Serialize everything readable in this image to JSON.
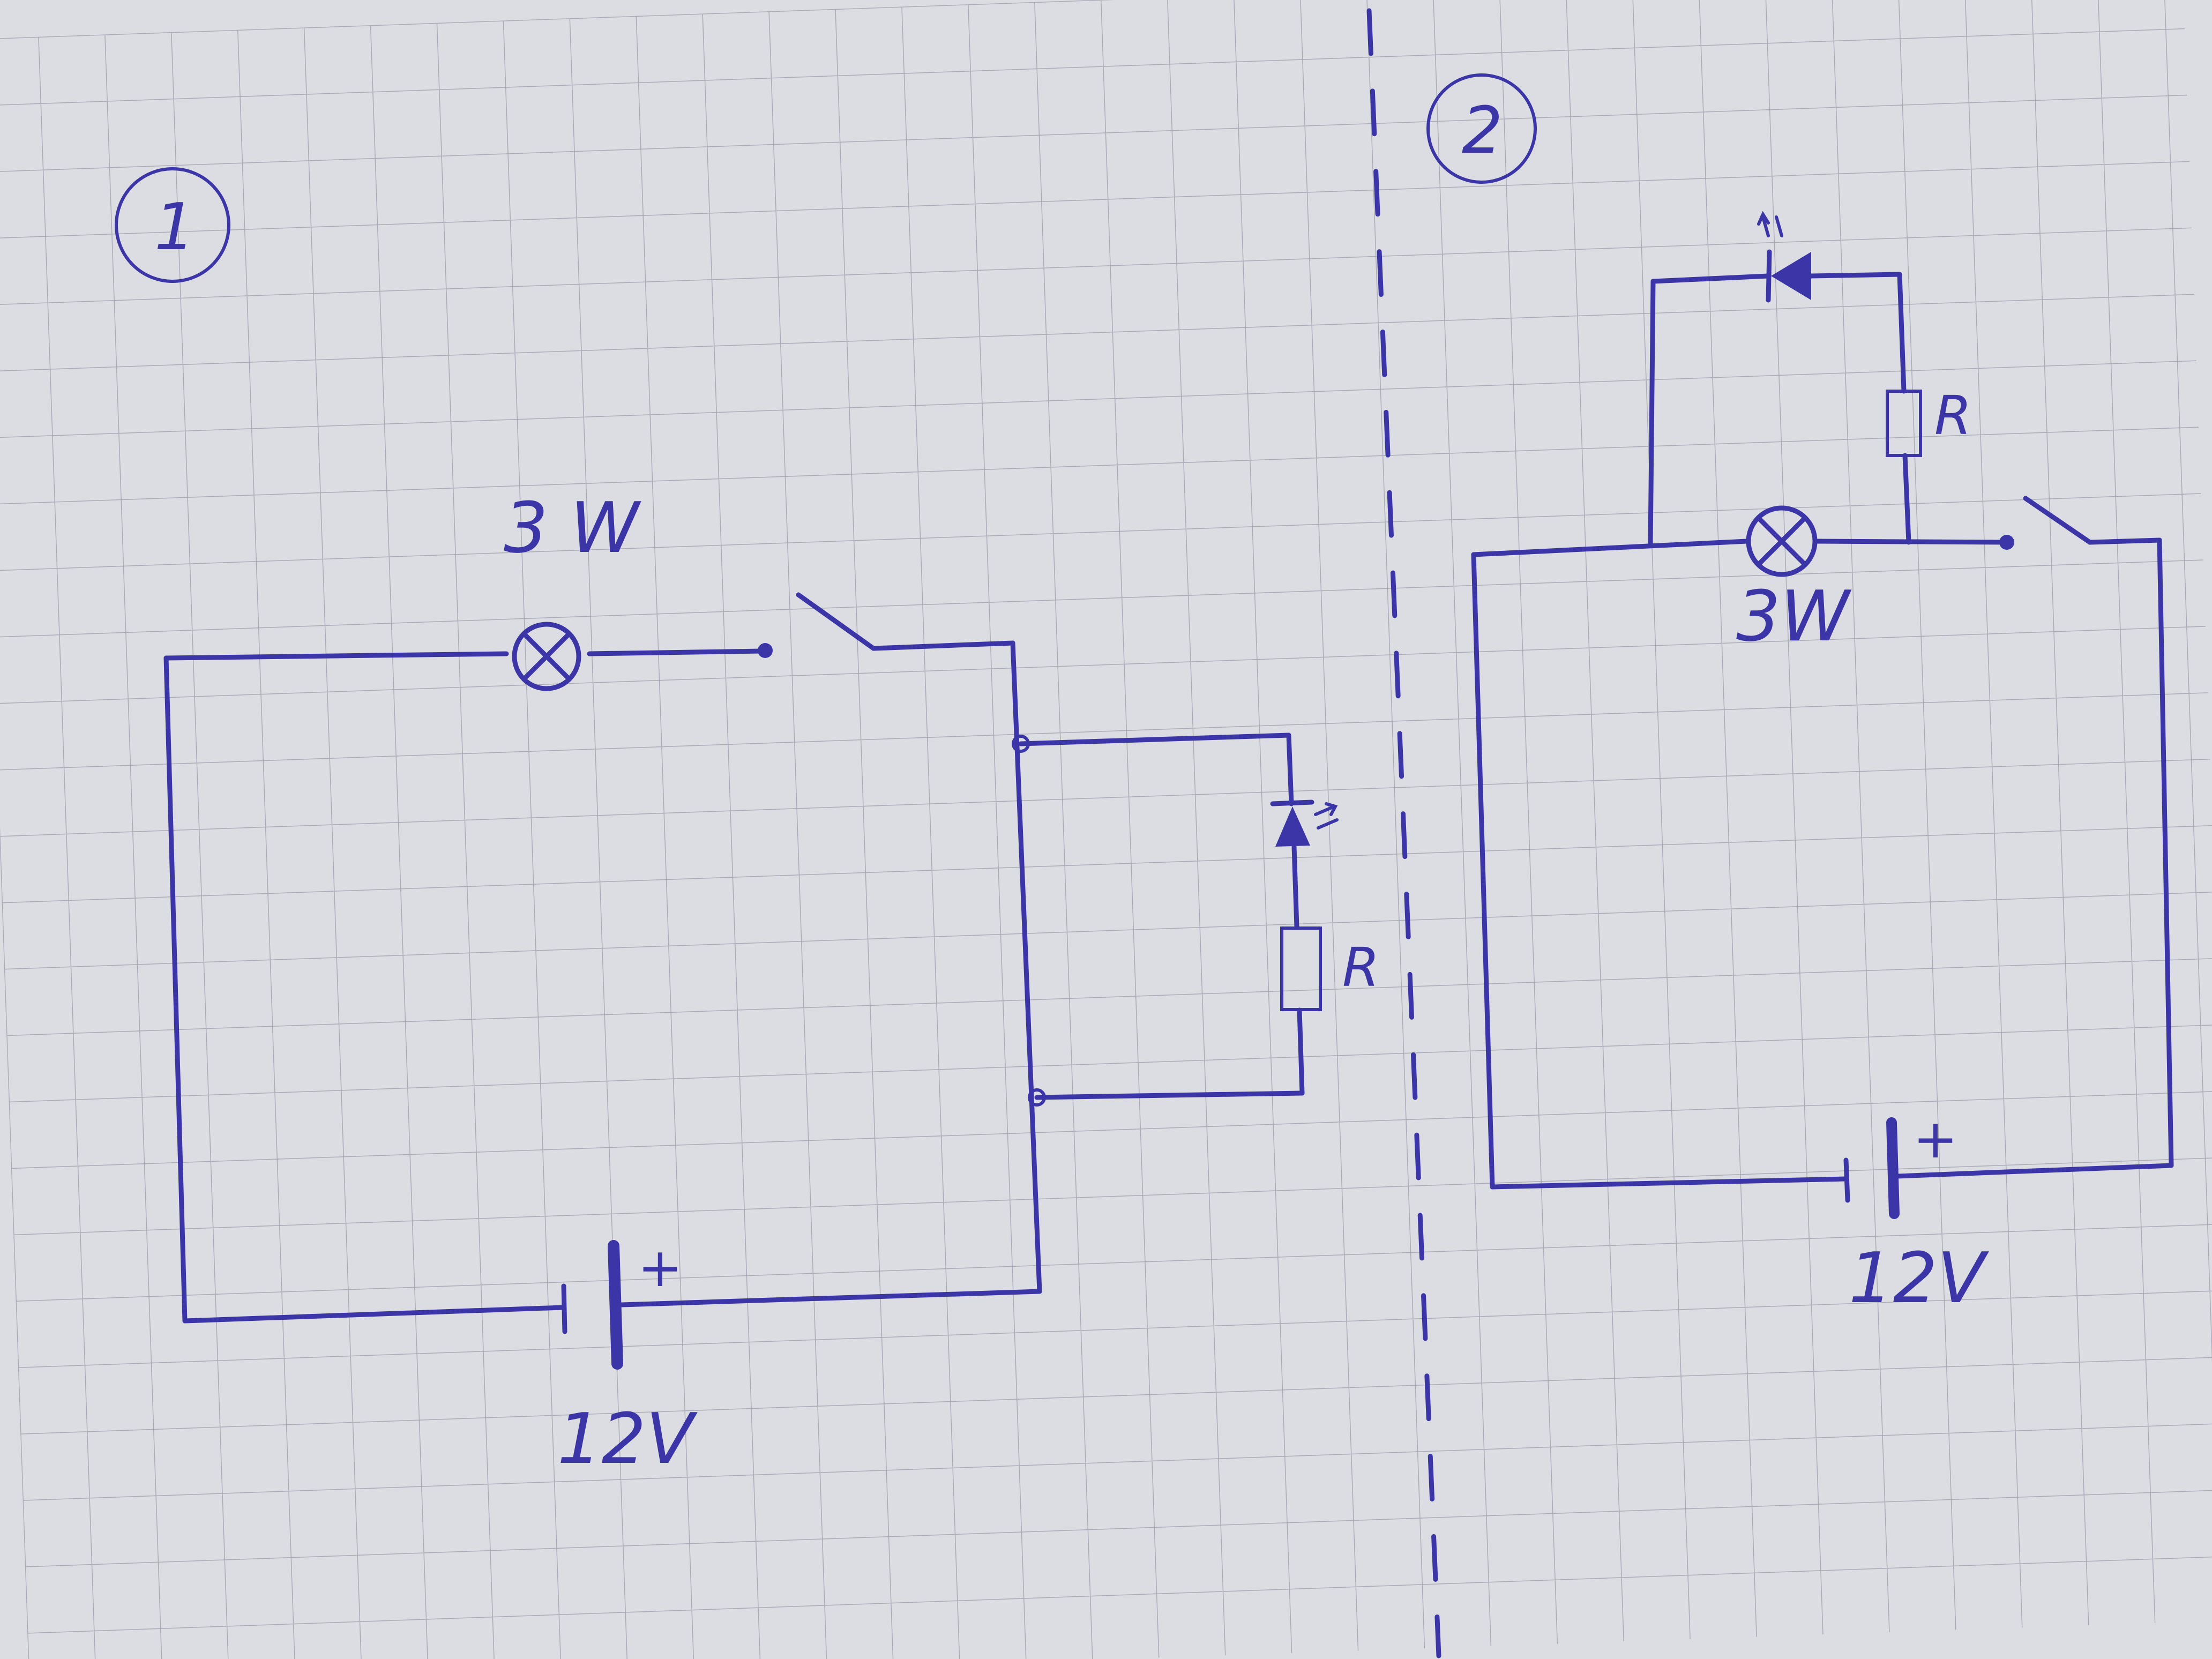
{
  "sheet": {
    "paper_color": "#dcdde2",
    "grid_color": "#a9abb6",
    "ink_color": "#3b35a8"
  },
  "circuit1": {
    "number": "1",
    "lamp_label": "3 W",
    "resistor_label": "R",
    "battery_label": "12V",
    "battery_plus": "+"
  },
  "circuit2": {
    "number": "2",
    "lamp_label": "3W",
    "resistor_label": "R",
    "battery_label": "12V",
    "battery_plus": "+"
  }
}
